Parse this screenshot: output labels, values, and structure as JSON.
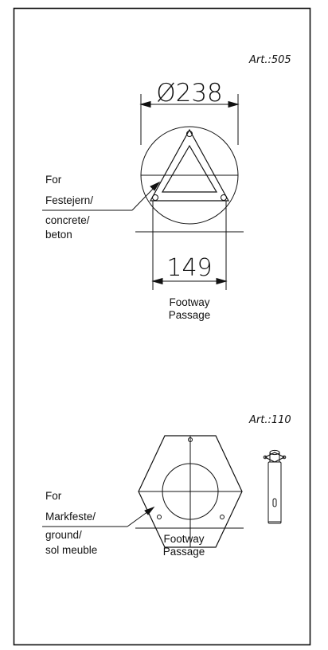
{
  "top_drawing": {
    "article": "Art.:505",
    "diameter": "Ø238",
    "width_dim": "149",
    "mount_lines": [
      "For",
      "Festejern/",
      "concrete/",
      "beton"
    ],
    "foot_lines": [
      "Footway",
      "Passage"
    ]
  },
  "bottom_drawing": {
    "article": "Art.:110",
    "mount_lines": [
      "For",
      "Markfeste/",
      "ground/",
      "sol meuble"
    ],
    "foot_lines": [
      "Footway",
      "Passage"
    ]
  },
  "colors": {
    "line": "#111111",
    "background": "#ffffff"
  }
}
